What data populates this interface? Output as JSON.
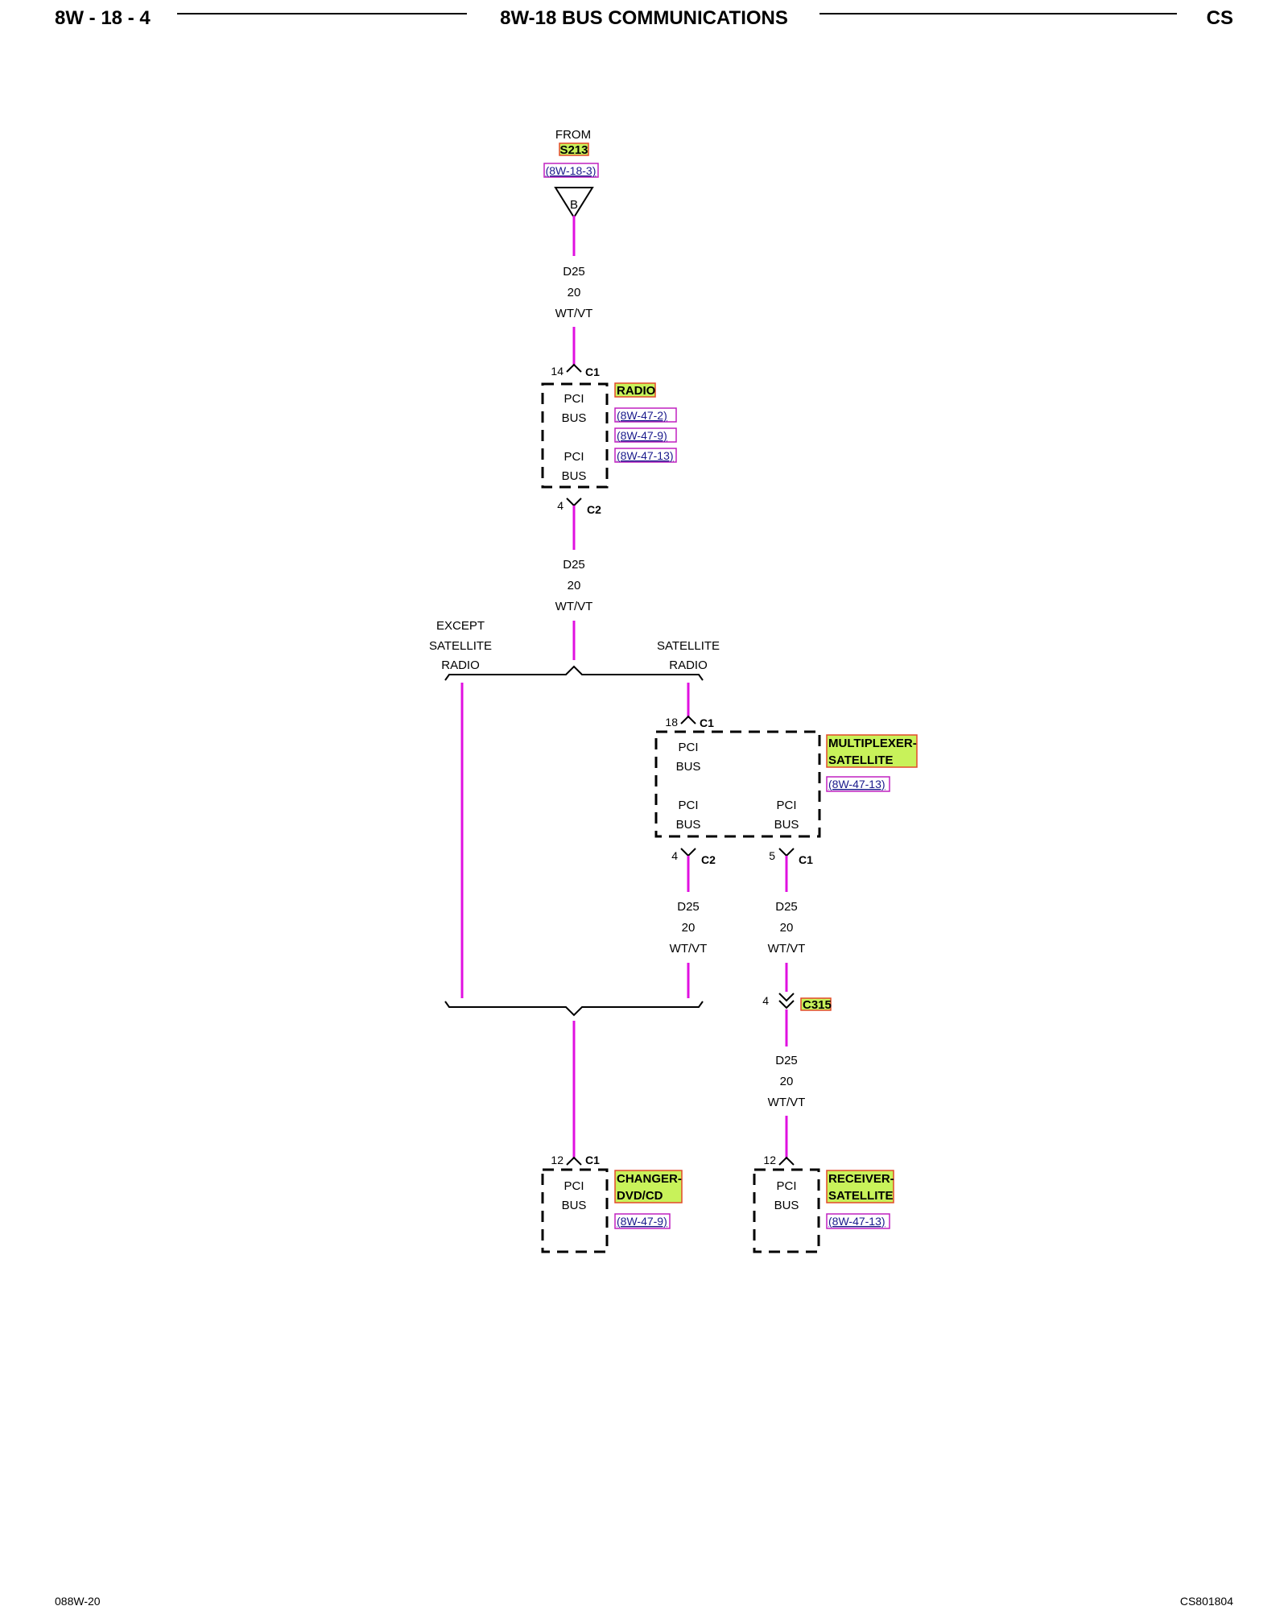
{
  "header": {
    "page_number": "8W - 18 - 4",
    "title": "8W-18 BUS COMMUNICATIONS",
    "vehicle_code": "CS"
  },
  "footer": {
    "left_code": "088W-20",
    "right_code": "CS801804"
  },
  "colors": {
    "wire": "#e010e0",
    "component_highlight": "#c8f25a",
    "highlight_border": "#e24a2a",
    "reference_border": "#c020c0",
    "reference_text": "#1a1a8c"
  },
  "source": {
    "from_label": "FROM",
    "splice": "S213",
    "splice_ref": "(8W-18-3)",
    "triangle_letter": "B"
  },
  "wire": {
    "circuit": "D25",
    "gauge": "20",
    "color": "WT/VT"
  },
  "radio": {
    "name": "RADIO",
    "refs": [
      "(8W-47-2)",
      "(8W-47-9)",
      "(8W-47-13)"
    ],
    "pin_top": "14",
    "conn_top": "C1",
    "pin_bottom": "4",
    "conn_bottom": "C2",
    "line1": "PCI",
    "line2": "BUS"
  },
  "options": {
    "left": [
      "EXCEPT",
      "SATELLITE",
      "RADIO"
    ],
    "right": [
      "SATELLITE",
      "RADIO"
    ]
  },
  "multiplexer": {
    "name_line1": "MULTIPLEXER-",
    "name_line2": "SATELLITE",
    "ref": "(8W-47-13)",
    "pin_top": "18",
    "conn_top": "C1",
    "pin_bottom_left": "4",
    "conn_bottom_left": "C2",
    "pin_bottom_right": "5",
    "conn_bottom_right": "C1",
    "line1": "PCI",
    "line2": "BUS"
  },
  "inline_connector": {
    "pin": "4",
    "name": "C315"
  },
  "changer": {
    "name_line1": "CHANGER-",
    "name_line2": "DVD/CD",
    "ref": "(8W-47-9)",
    "pin": "12",
    "conn": "C1",
    "line1": "PCI",
    "line2": "BUS"
  },
  "receiver": {
    "name_line1": "RECEIVER-",
    "name_line2": "SATELLITE",
    "ref": "(8W-47-13)",
    "pin": "12",
    "line1": "PCI",
    "line2": "BUS"
  }
}
